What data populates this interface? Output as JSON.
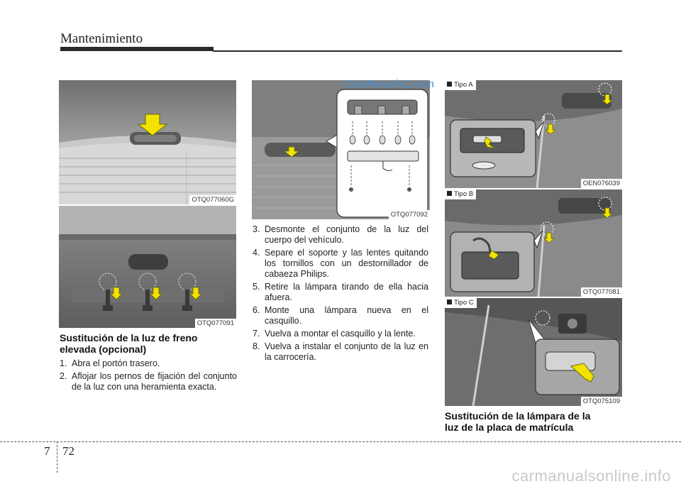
{
  "header": {
    "title": "Mantenimiento"
  },
  "watermark": "CarManuals2.com",
  "figures": {
    "fig1": {
      "code": "OTQ077060G"
    },
    "fig2": {
      "code": "OTQ077091"
    },
    "fig3": {
      "code": "OTQ077092"
    },
    "fig4": {
      "label": "Tipo A",
      "code": "OEN076039"
    },
    "fig5": {
      "label": "Tipo B",
      "code": "OTQ077081"
    },
    "fig6": {
      "label": "Tipo C",
      "code": "OTQ075109"
    }
  },
  "section1": {
    "title_line1": "Sustitución de la luz de freno",
    "title_line2": "elevada (opcional)",
    "steps": [
      {
        "n": "1.",
        "text": "Abra el portón trasero."
      },
      {
        "n": "2.",
        "text": "Aflojar los pernos de fijación del conjunto de la luz con una heramienta exacta."
      }
    ]
  },
  "section1_cont": {
    "steps": [
      {
        "n": "3.",
        "text": "Desmonte el conjunto de la luz del cuerpo del vehículo."
      },
      {
        "n": "4.",
        "text": "Separe el soporte y las lentes quitando los tornillos con un destornillador de cabaeza Philips."
      },
      {
        "n": "5.",
        "text": "Retire la lámpara tirando de ella hacia afuera."
      },
      {
        "n": "6.",
        "text": "Monte una lámpara nueva en el casquillo."
      },
      {
        "n": "7.",
        "text": "Vuelva a montar el casquillo y la lente."
      },
      {
        "n": "8.",
        "text": "Vuelva a instalar el conjunto de la luz en la carrocería."
      }
    ]
  },
  "section2": {
    "title_line1": "Sustitución de la lámpara de la",
    "title_line2": "luz de la placa de matrícula"
  },
  "footer": {
    "section": "7",
    "page": "72",
    "site": "carmanualsonline.info"
  }
}
